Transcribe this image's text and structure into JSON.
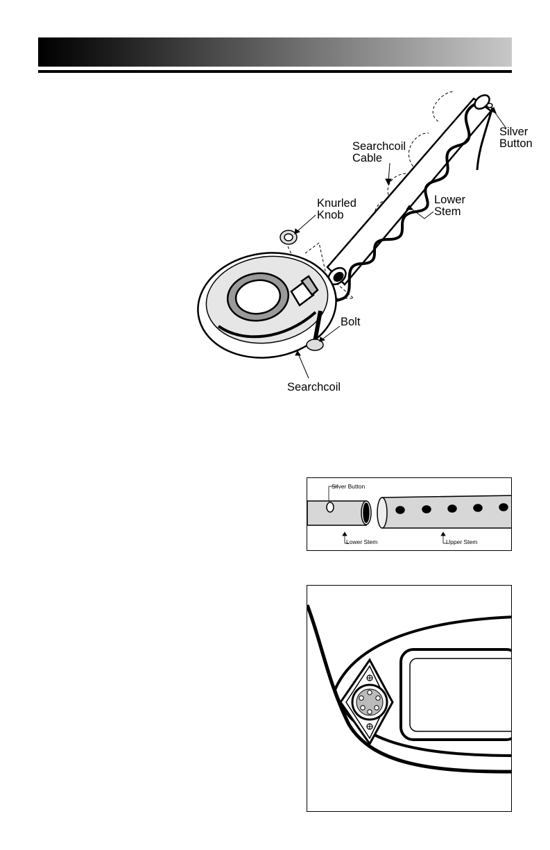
{
  "header": {
    "title": ""
  },
  "assembly_diagram": {
    "labels": {
      "silver_button": "Silver\nButton",
      "searchcoil_cable": "Searchcoil\nCable",
      "lower_stem": "Lower\nStem",
      "knurled_knob": "Knurled\nKnob",
      "bolt": "Bolt",
      "searchcoil": "Searchcoil"
    }
  },
  "stem_diagram": {
    "labels": {
      "silver_button": "Silver Button",
      "lower_stem": "Lower Stem",
      "upper_stem": "Upper Stem"
    }
  },
  "control_housing_diagram": {}
}
